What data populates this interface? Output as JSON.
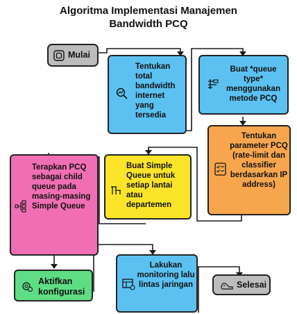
{
  "title_line1": "Algoritma Implementasi Manajemen",
  "title_line2": "Bandwidth PCQ",
  "colors": {
    "gray": "#bcbcbc",
    "blue": "#5cc1f1",
    "orange": "#f8a64e",
    "yellow": "#fbe42a",
    "pink": "#f06fb4",
    "green": "#5fdd84"
  },
  "steps": {
    "mulai": "Mulai",
    "tentukan_bandwidth": "Tentukan total bandwidth internet yang tersedia",
    "buat_queue_type": "Buat *queue type* menggunakan metode PCQ",
    "tentukan_parameter": "Tentukan parameter PCQ (rate-limit dan classifier berdasarkan IP address)",
    "buat_simple_queue": "Buat Simple Queue untuk setiap lantai atau departemen",
    "terapkan_pcq": "Terapkan PCQ sebagai child queue pada masing-masing Simple Queue",
    "aktifkan": "Aktifkan konfigurasi",
    "monitoring": "Lakukan monitoring lalu lintas jaringan",
    "selesai": "Selesai"
  },
  "icons": {
    "mulai": "start-icon",
    "tentukan_bandwidth": "bandwidth-chart-icon",
    "buat_queue_type": "queue-type-icon",
    "tentukan_parameter": "parameter-list-icon",
    "buat_simple_queue": "building-floors-icon",
    "terapkan_pcq": "hierarchy-icon",
    "aktifkan": "activate-gear-icon",
    "monitoring": "monitoring-table-icon",
    "selesai": "finish-icon"
  }
}
